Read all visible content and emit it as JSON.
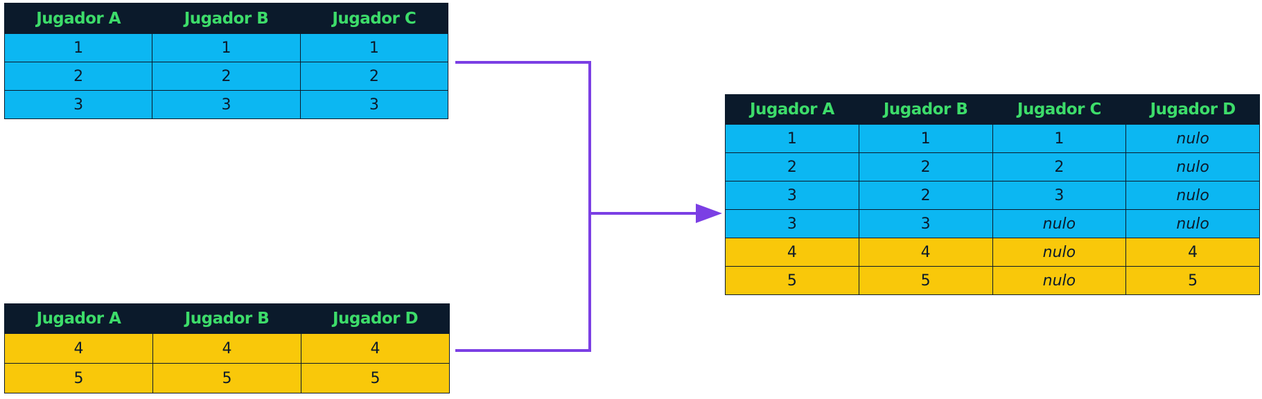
{
  "tables": {
    "top": {
      "headers": [
        "Jugador A",
        "Jugador B",
        "Jugador C"
      ],
      "rows": [
        [
          "1",
          "1",
          "1"
        ],
        [
          "2",
          "2",
          "2"
        ],
        [
          "3",
          "3",
          "3"
        ]
      ]
    },
    "bottom": {
      "headers": [
        "Jugador A",
        "Jugador B",
        "Jugador D"
      ],
      "rows": [
        [
          "4",
          "4",
          "4"
        ],
        [
          "5",
          "5",
          "5"
        ]
      ]
    },
    "result": {
      "headers": [
        "Jugador A",
        "Jugador B",
        "Jugador C",
        "Jugador D"
      ],
      "rows": [
        [
          "1",
          "1",
          "1",
          "nulo"
        ],
        [
          "2",
          "2",
          "2",
          "nulo"
        ],
        [
          "3",
          "2",
          "3",
          "nulo"
        ],
        [
          "3",
          "3",
          "nulo",
          "nulo"
        ],
        [
          "4",
          "4",
          "nulo",
          "4"
        ],
        [
          "5",
          "5",
          "nulo",
          "5"
        ]
      ]
    }
  },
  "colors": {
    "header_bg": "#0b1a2b",
    "header_text": "#3ddc6a",
    "blue_rows": "#0cb7f2",
    "yellow_rows": "#f9c80a",
    "connector": "#7b3fe4"
  }
}
